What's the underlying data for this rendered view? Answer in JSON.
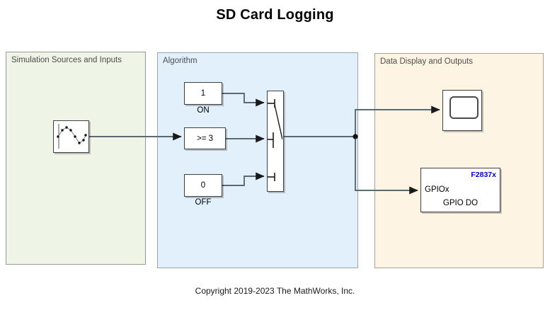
{
  "page": {
    "title": "SD Card Logging",
    "copyright": "Copyright 2019-2023 The MathWorks, Inc."
  },
  "regions": [
    {
      "id": "sim",
      "label": "Simulation Sources and Inputs",
      "color": "#eef5e6"
    },
    {
      "id": "alg",
      "label": "Algorithm",
      "color": "#e2f0fb"
    },
    {
      "id": "out",
      "label": "Data Display and Outputs",
      "color": "#fdf4e3"
    }
  ],
  "blocks": {
    "sine": {
      "name": "sine-wave-source",
      "text": ""
    },
    "const_on": {
      "value": "1",
      "caption": "ON"
    },
    "const_off": {
      "value": "0",
      "caption": "OFF"
    },
    "compare": {
      "value": ">= 3"
    },
    "switch": {
      "name": "switch-block"
    },
    "scope": {
      "name": "scope-block"
    },
    "gpio": {
      "chip": "F2837x",
      "port": "GPIOx",
      "subtitle": "GPIO DO"
    }
  },
  "colors": {
    "region_sim": "#eef5e6",
    "region_alg": "#e2f0fb",
    "region_out": "#fdf4e3",
    "block_border": "#3c4043",
    "wire": "#4d6166",
    "chip_text": "#0000e6",
    "label_text": "#4d4d4d"
  }
}
